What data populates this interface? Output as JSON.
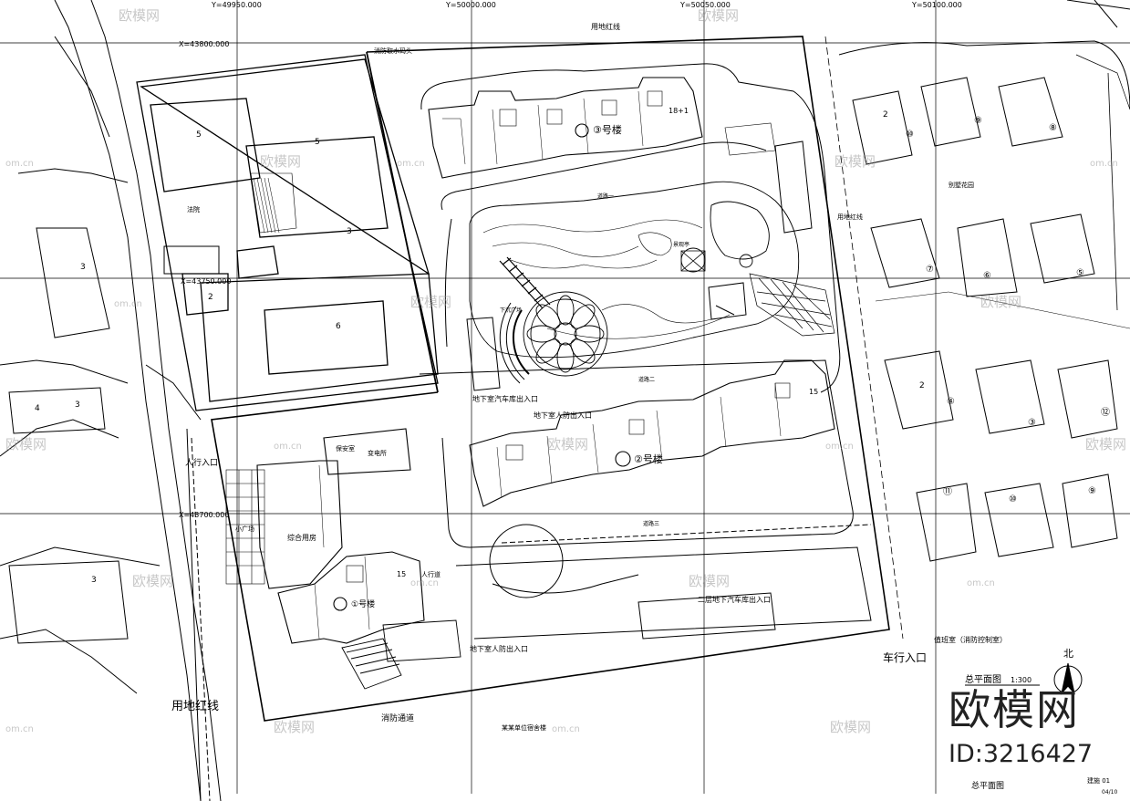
{
  "coords": {
    "y1": "Y=49950.000",
    "y2": "Y=50000.000",
    "y3": "Y=50050.000",
    "y4": "Y=50100.000",
    "x1": "X=43800.000",
    "x2": "X=43750.000",
    "x3": "X=43700.000"
  },
  "labels": {
    "redline_top": "用地红线",
    "redline_right": "用地红线",
    "redline_bottom": "用地红线",
    "fire_top": "消防取水码头",
    "fire_bottom": "消防通道",
    "road1": "道路一",
    "road2": "道路二",
    "road3": "道路三",
    "bldg3": "③号楼",
    "bldg2": "②号楼",
    "bldg1": "①号楼",
    "park_car": "地下室汽车库出入口",
    "park_ped1": "地下室人防出入口",
    "park_ped2": "地下室人防出入口",
    "park_bike": "二层地下汽车库出入口",
    "ped_entry_w": "人行入口",
    "ped_entry_s": "人行道",
    "car_entry": "车行入口",
    "control_room": "值班室（消防控制室）",
    "substation": "变电所",
    "guard": "保安室",
    "club": "综合用房",
    "plaza": "小广场",
    "sunken": "下沉广场",
    "court": "法院",
    "neighbor": "某某单位宿舍楼",
    "villas": "别墅花园",
    "landscape": "景观亭",
    "footer": "总平面图",
    "scale": "1:300",
    "north": "北",
    "sheet": "建施 01",
    "sheet_no": "04/10"
  },
  "floors": [
    "18+1",
    "15",
    "15",
    "5",
    "5",
    "3",
    "3",
    "3",
    "3",
    "2",
    "2",
    "4",
    "6",
    "2"
  ],
  "villa_numbers": [
    "⑩",
    "⑨",
    "⑧",
    "⑦",
    "⑥",
    "⑤",
    "④",
    "③",
    "⑫",
    "⑪",
    "⑩",
    "⑨"
  ],
  "watermark": {
    "brand": "欧模网",
    "site": "om.cn",
    "id": "ID:3216427"
  }
}
